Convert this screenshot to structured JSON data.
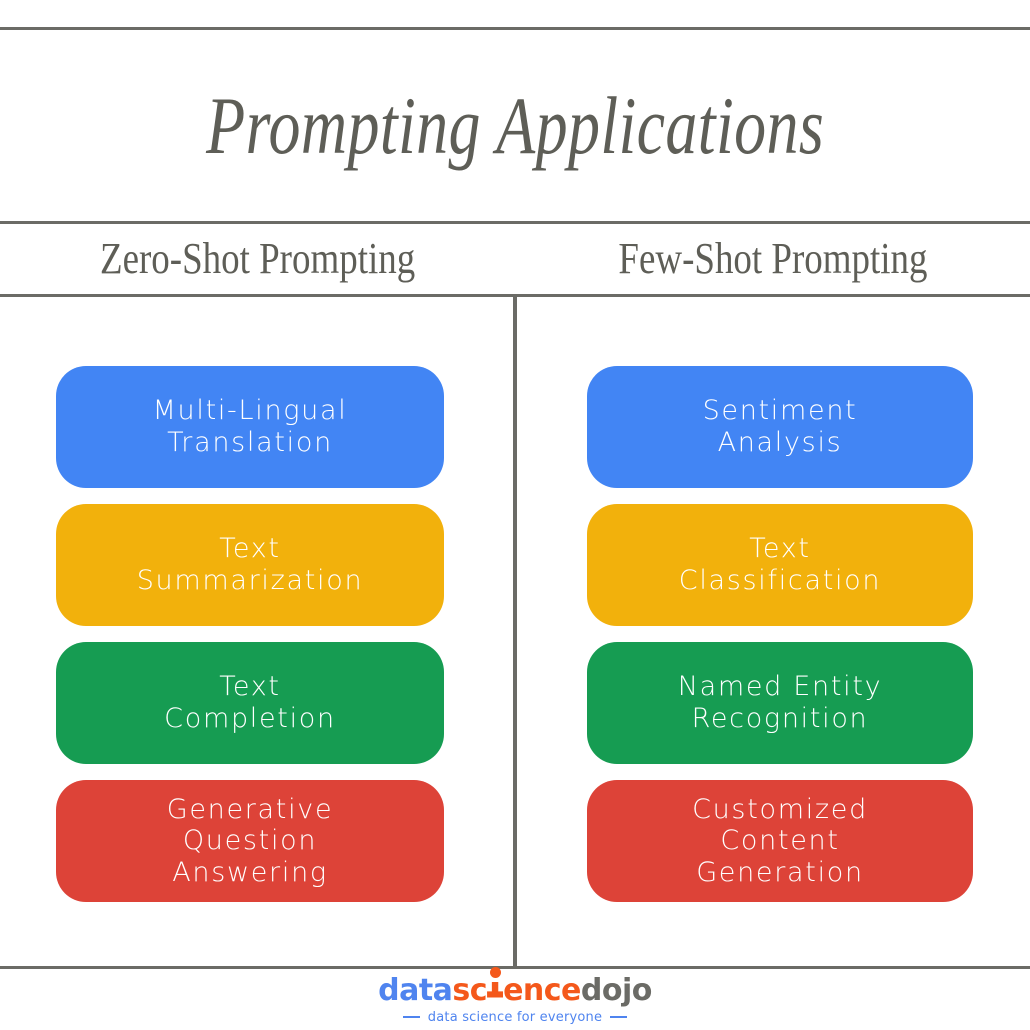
{
  "page": {
    "title": "Prompting Applications",
    "background_color": "#ffffff",
    "rule_color": "#6b6b66",
    "title_color": "#5e5e57"
  },
  "columns": [
    {
      "header": "Zero-Shot Prompting",
      "items": [
        {
          "label": "Multi-Lingual\nTranslation",
          "color": "#4285f4",
          "lines": 2
        },
        {
          "label": "Text\nSummarization",
          "color": "#f2b10c",
          "lines": 2
        },
        {
          "label": "Text\nCompletion",
          "color": "#169c52",
          "lines": 2
        },
        {
          "label": "Generative\nQuestion\nAnswering",
          "color": "#dd4338",
          "lines": 3
        }
      ]
    },
    {
      "header": "Few-Shot Prompting",
      "items": [
        {
          "label": "Sentiment\nAnalysis",
          "color": "#4285f4",
          "lines": 2
        },
        {
          "label": "Text\nClassification",
          "color": "#f2b10c",
          "lines": 2
        },
        {
          "label": "Named Entity\nRecognition",
          "color": "#169c52",
          "lines": 2
        },
        {
          "label": "Customized\nContent\nGeneration",
          "color": "#dd4338",
          "lines": 3
        }
      ]
    }
  ],
  "logo": {
    "part_data": "data",
    "part_sc": "sc",
    "part_ence": "ence",
    "part_dojo": "dojo",
    "tagline": "data science for everyone",
    "blue": "#4f84ef",
    "orange": "#f4581b",
    "gray": "#6b6b66"
  }
}
